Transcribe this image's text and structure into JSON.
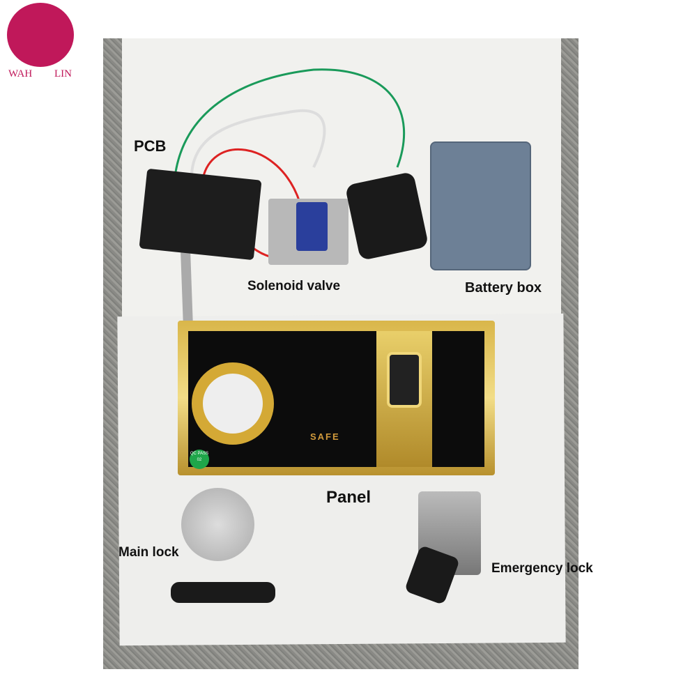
{
  "logo": {
    "left_text": "WAH",
    "right_text": "LIN",
    "color": "#c0185a"
  },
  "labels": {
    "pcb": "PCB",
    "solenoid": "Solenoid valve",
    "battery": "Battery box",
    "panel": "Panel",
    "main_lock": "Main lock",
    "emergency_lock": "Emergency lock"
  },
  "panel": {
    "brand_text": "SAFE",
    "qc_sticker": "QC PASS 02"
  }
}
